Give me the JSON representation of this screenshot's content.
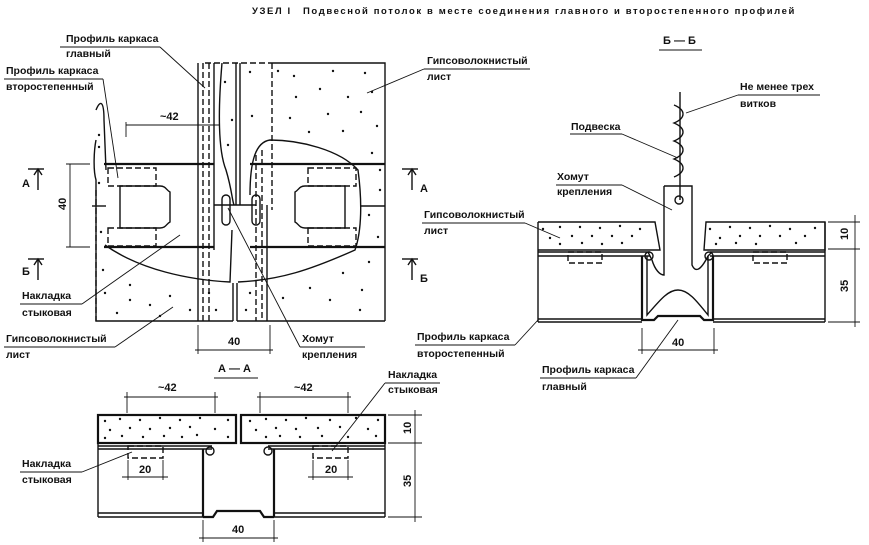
{
  "title": {
    "node": "УЗЕЛ I",
    "text": "Подвесной потолок в месте соединения главного и второстепенного профилей"
  },
  "plan_view": {
    "labels": {
      "main_profile": [
        "Профиль каркаса",
        "главный"
      ],
      "secondary_profile": [
        "Профиль каркаса",
        "второстепенный"
      ],
      "gypsum_sheet_top": [
        "Гипсоволокнистый",
        "лист"
      ],
      "joint_plate": [
        "Накладка",
        "стыковая"
      ],
      "gypsum_sheet_bottom": [
        "Гипсоволокнистый",
        "лист"
      ],
      "clamp": [
        "Хомут",
        "крепления"
      ]
    },
    "dimensions": {
      "approx_42": "~42",
      "height_40": "40",
      "width_40": "40"
    },
    "section_marks": {
      "a_left": "А",
      "b_left": "Б",
      "a_right": "А",
      "b_right": "Б"
    }
  },
  "section_bb": {
    "title": "Б — Б",
    "labels": {
      "three_turns": [
        "Не менее трех",
        "витков"
      ],
      "hanger": "Подвеска",
      "clamp": [
        "Хомут",
        "крепления"
      ],
      "gypsum_sheet": [
        "Гипсоволокнистый",
        "лист"
      ],
      "secondary_profile": [
        "Профиль каркаса",
        "второстепенный"
      ],
      "main_profile": [
        "Профиль каркаса",
        "главный"
      ]
    },
    "dimensions": {
      "d10": "10",
      "d35": "35",
      "d40": "40"
    }
  },
  "section_aa": {
    "title": "А — А",
    "labels": {
      "joint_plate_right": [
        "Накладка",
        "стыковая"
      ],
      "joint_plate_left": [
        "Накладка",
        "стыковая"
      ]
    },
    "dimensions": {
      "approx_42_left": "~42",
      "approx_42_right": "~42",
      "d20_left": "20",
      "d20_right": "20",
      "d10": "10",
      "d35": "35",
      "d40": "40"
    }
  }
}
